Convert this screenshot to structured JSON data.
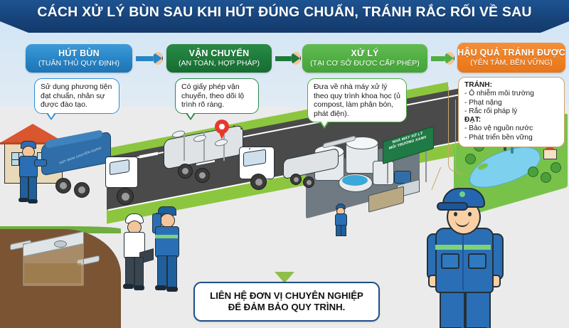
{
  "header": {
    "title": "CÁCH XỬ LÝ BÙN SAU KHI HÚT ĐÚNG CHUẨN, TRÁNH RẮC RỐI VỀ SAU",
    "banner_color": "#17427a"
  },
  "steps": [
    {
      "id": "hut-bun",
      "title": "HÚT BÙN",
      "subtitle": "(TUÂN THỦ QUY ĐỊNH)",
      "color": "#2784c6",
      "note": "Sử dụng phương tiện đạt chuẩn, nhân sự được đào tạo."
    },
    {
      "id": "van-chuyen",
      "title": "VẬN CHUYỂN",
      "subtitle": "(AN TOÀN, HỢP PHÁP)",
      "color": "#1d7a3a",
      "note": "Có giấy phép vận chuyển, theo dõi lộ trình rõ ràng."
    },
    {
      "id": "xu-ly",
      "title": "XỬ LÝ",
      "subtitle": "(TẠI CƠ SỞ ĐƯỢC CẤP PHÉP)",
      "color": "#4fae42",
      "note": "Đưa về nhà máy xử lý theo quy trình khoa học (ủ compost, làm phân bón, phát điện)."
    },
    {
      "id": "hau-qua-tranh-duoc",
      "title": "HẬU QUẢ TRÁNH ĐƯỢC",
      "subtitle": "(YÊN TÂM, BỀN VỮNG)",
      "color": "#ef8024",
      "note": ""
    }
  ],
  "outcomes": {
    "border_color": "#caa46a",
    "avoid_heading": "TRÁNH:",
    "avoid_items": [
      "- Ô nhiễm môi trường",
      "- Phạt nặng",
      "- Rắc rối pháp lý"
    ],
    "achieve_heading": "ĐẠT:",
    "achieve_items": [
      "- Bảo vệ nguồn nước",
      "- Phát triển bền vững"
    ]
  },
  "caption": {
    "line1": "LIÊN HỆ ĐƠN VỊ CHUYÊN NGHIỆP",
    "line2": "ĐỂ ĐẢM BẢO QUY TRÌNH.",
    "border_color": "#1f4f88",
    "arrow_color": "#8fbf4a"
  },
  "scene": {
    "vacuum_truck_label": "HÚT BÙN CHUYÊN DỤNG",
    "plant_sign_line1": "NHÀ MÁY XỬ LÝ",
    "plant_sign_line2": "MÔI TRƯỜNG XANH",
    "map_pin": "location-pin",
    "colors": {
      "sky": "#cfe4f5",
      "grass": "#8cc63f",
      "road": "#4a4a4a",
      "pond": "#7dd0ee",
      "dirt": "#7a5433",
      "vacuum_truck": "#2f6ea8",
      "tanker": "#dfe3e6",
      "uniform": "#2a6fb5"
    }
  }
}
